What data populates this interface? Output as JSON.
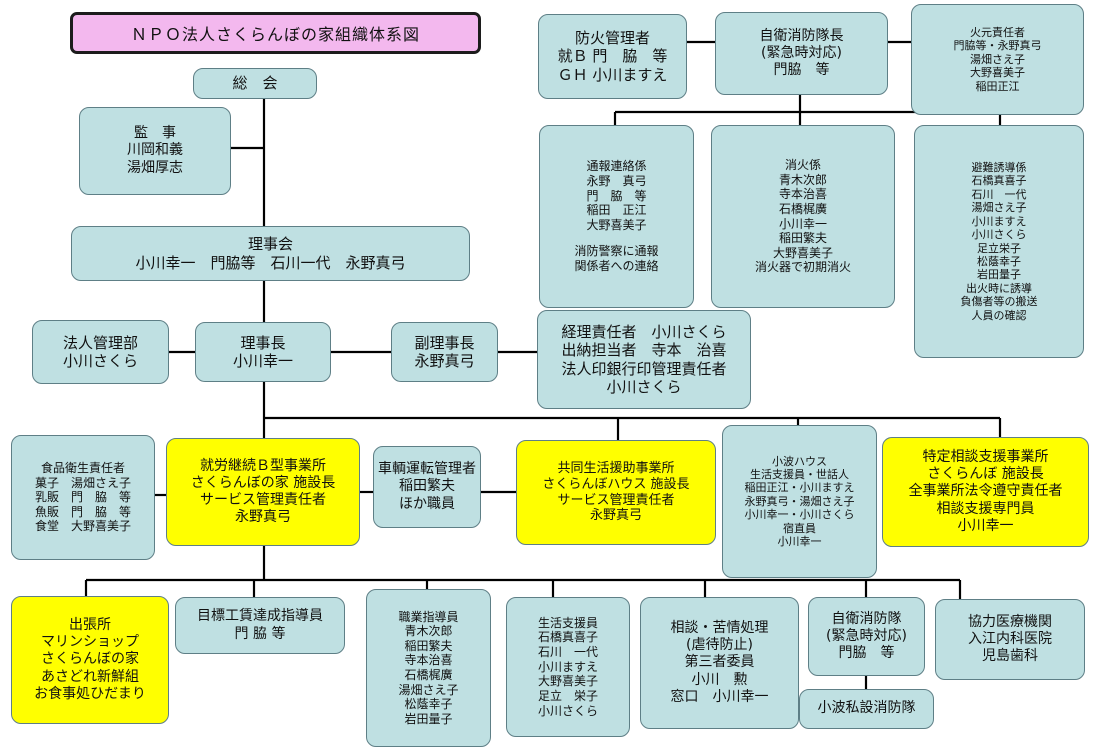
{
  "title": "ＮＰＯ法人さくらんぼの家組織体系図",
  "boxes": {
    "soukai": [
      "総　会"
    ],
    "kansa": [
      "監　事",
      "川岡和義",
      "湯畑厚志"
    ],
    "rijikai": [
      "理事会",
      "小川幸一　門脇等　石川一代　永野真弓"
    ],
    "hojin_kanri": [
      "法人管理部",
      "小川さくら"
    ],
    "rijicho": [
      "理事長",
      "小川幸一"
    ],
    "fukurijicho": [
      "副理事長",
      "永野真弓"
    ],
    "keiri": [
      "経理責任者　小川さくら",
      "出納担当者　寺本　治喜",
      "法人印銀行印管理責任者",
      "小川さくら"
    ],
    "boka": [
      "防火管理者",
      "就Ｂ 門　脇　等",
      "ＧＨ 小川ますえ"
    ],
    "jieishobo_cho": [
      "自衛消防隊長",
      "(緊急時対応)",
      "門脇　等"
    ],
    "higen": [
      "火元責任者",
      "門脇等・永野真弓",
      "湯畑さえ子",
      "大野喜美子",
      "稲田正江"
    ],
    "tsuho": [
      "通報連絡係",
      "永野　真弓",
      "門　脇　等",
      "稲田　正江",
      "大野喜美子",
      "",
      "消防警察に通報",
      "関係者への連絡"
    ],
    "shoka": [
      "消火係",
      "青木次郎",
      "寺本治喜",
      "石橋梶廣",
      "小川幸一",
      "稲田繁夫",
      "大野喜美子",
      "消火器で初期消火"
    ],
    "hinan": [
      "避難誘導係",
      "石橋真喜子",
      "石川　一代",
      "湯畑さえ子",
      "小川ますえ",
      "小川さくら",
      "足立栄子",
      "松蔭幸子",
      "岩田量子",
      "出火時に誘導",
      "負傷者等の搬送",
      "人員の確認"
    ],
    "shokuhin": [
      "食品衛生責任者",
      "菓子　湯畑さえ子",
      "乳販　門　脇　等",
      "魚販　門　脇　等",
      "食堂　大野喜美子"
    ],
    "shuro_b": [
      "就労継続Ｂ型事業所",
      "さくらんぼの家 施設長",
      "サービス管理責任者",
      "永野真弓"
    ],
    "sharyo": [
      "車輌運転管理者",
      "稲田繁夫",
      "ほか職員"
    ],
    "kyodo": [
      "共同生活援助事業所",
      "さくらんぼハウス 施設長",
      "サービス管理責任者",
      "永野真弓"
    ],
    "konami_house": [
      "小波ハウス",
      "生活支援員・世話人",
      "稲田正江・小川ますえ",
      "永野真弓・湯畑さえ子",
      "小川幸一・小川さくら",
      "宿直員",
      "小川幸一"
    ],
    "tokutei": [
      "特定相談支援事業所",
      "さくらんぼ 施設長",
      "全事業所法令遵守責任者",
      "相談支援専門員",
      "小川幸一"
    ],
    "shutcho": [
      "出張所",
      "マリンショップ",
      "さくらんぼの家",
      "あさどれ新鮮組",
      "お食事処ひだまり"
    ],
    "mokuhyo": [
      "目標工賃達成指導員",
      "門 脇 等"
    ],
    "shokugyo": [
      "職業指導員",
      "青木次郎",
      "稲田繁夫",
      "寺本治喜",
      "石橋梶廣",
      "湯畑さえ子",
      "松蔭幸子",
      "岩田量子"
    ],
    "seikatsu": [
      "生活支援員",
      "石橋真喜子",
      "石川　一代",
      "小川ますえ",
      "大野喜美子",
      "足立　栄子",
      "小川さくら"
    ],
    "sodan": [
      "相談・苦情処理",
      "(虐待防止)",
      "第三者委員",
      "小川　勲",
      "窓口　小川幸一"
    ],
    "jieishobo": [
      "自衛消防隊",
      "(緊急時対応)",
      "門脇　等"
    ],
    "konami_shobo": [
      "小波私設消防隊"
    ],
    "kyoryoku": [
      "協力医療機関",
      "入江内科医院",
      "児島歯科"
    ]
  },
  "colors": {
    "box": "#bfe0e2",
    "highlight": "#ffff00",
    "title": "#f3b8ee",
    "line": "#000000"
  }
}
